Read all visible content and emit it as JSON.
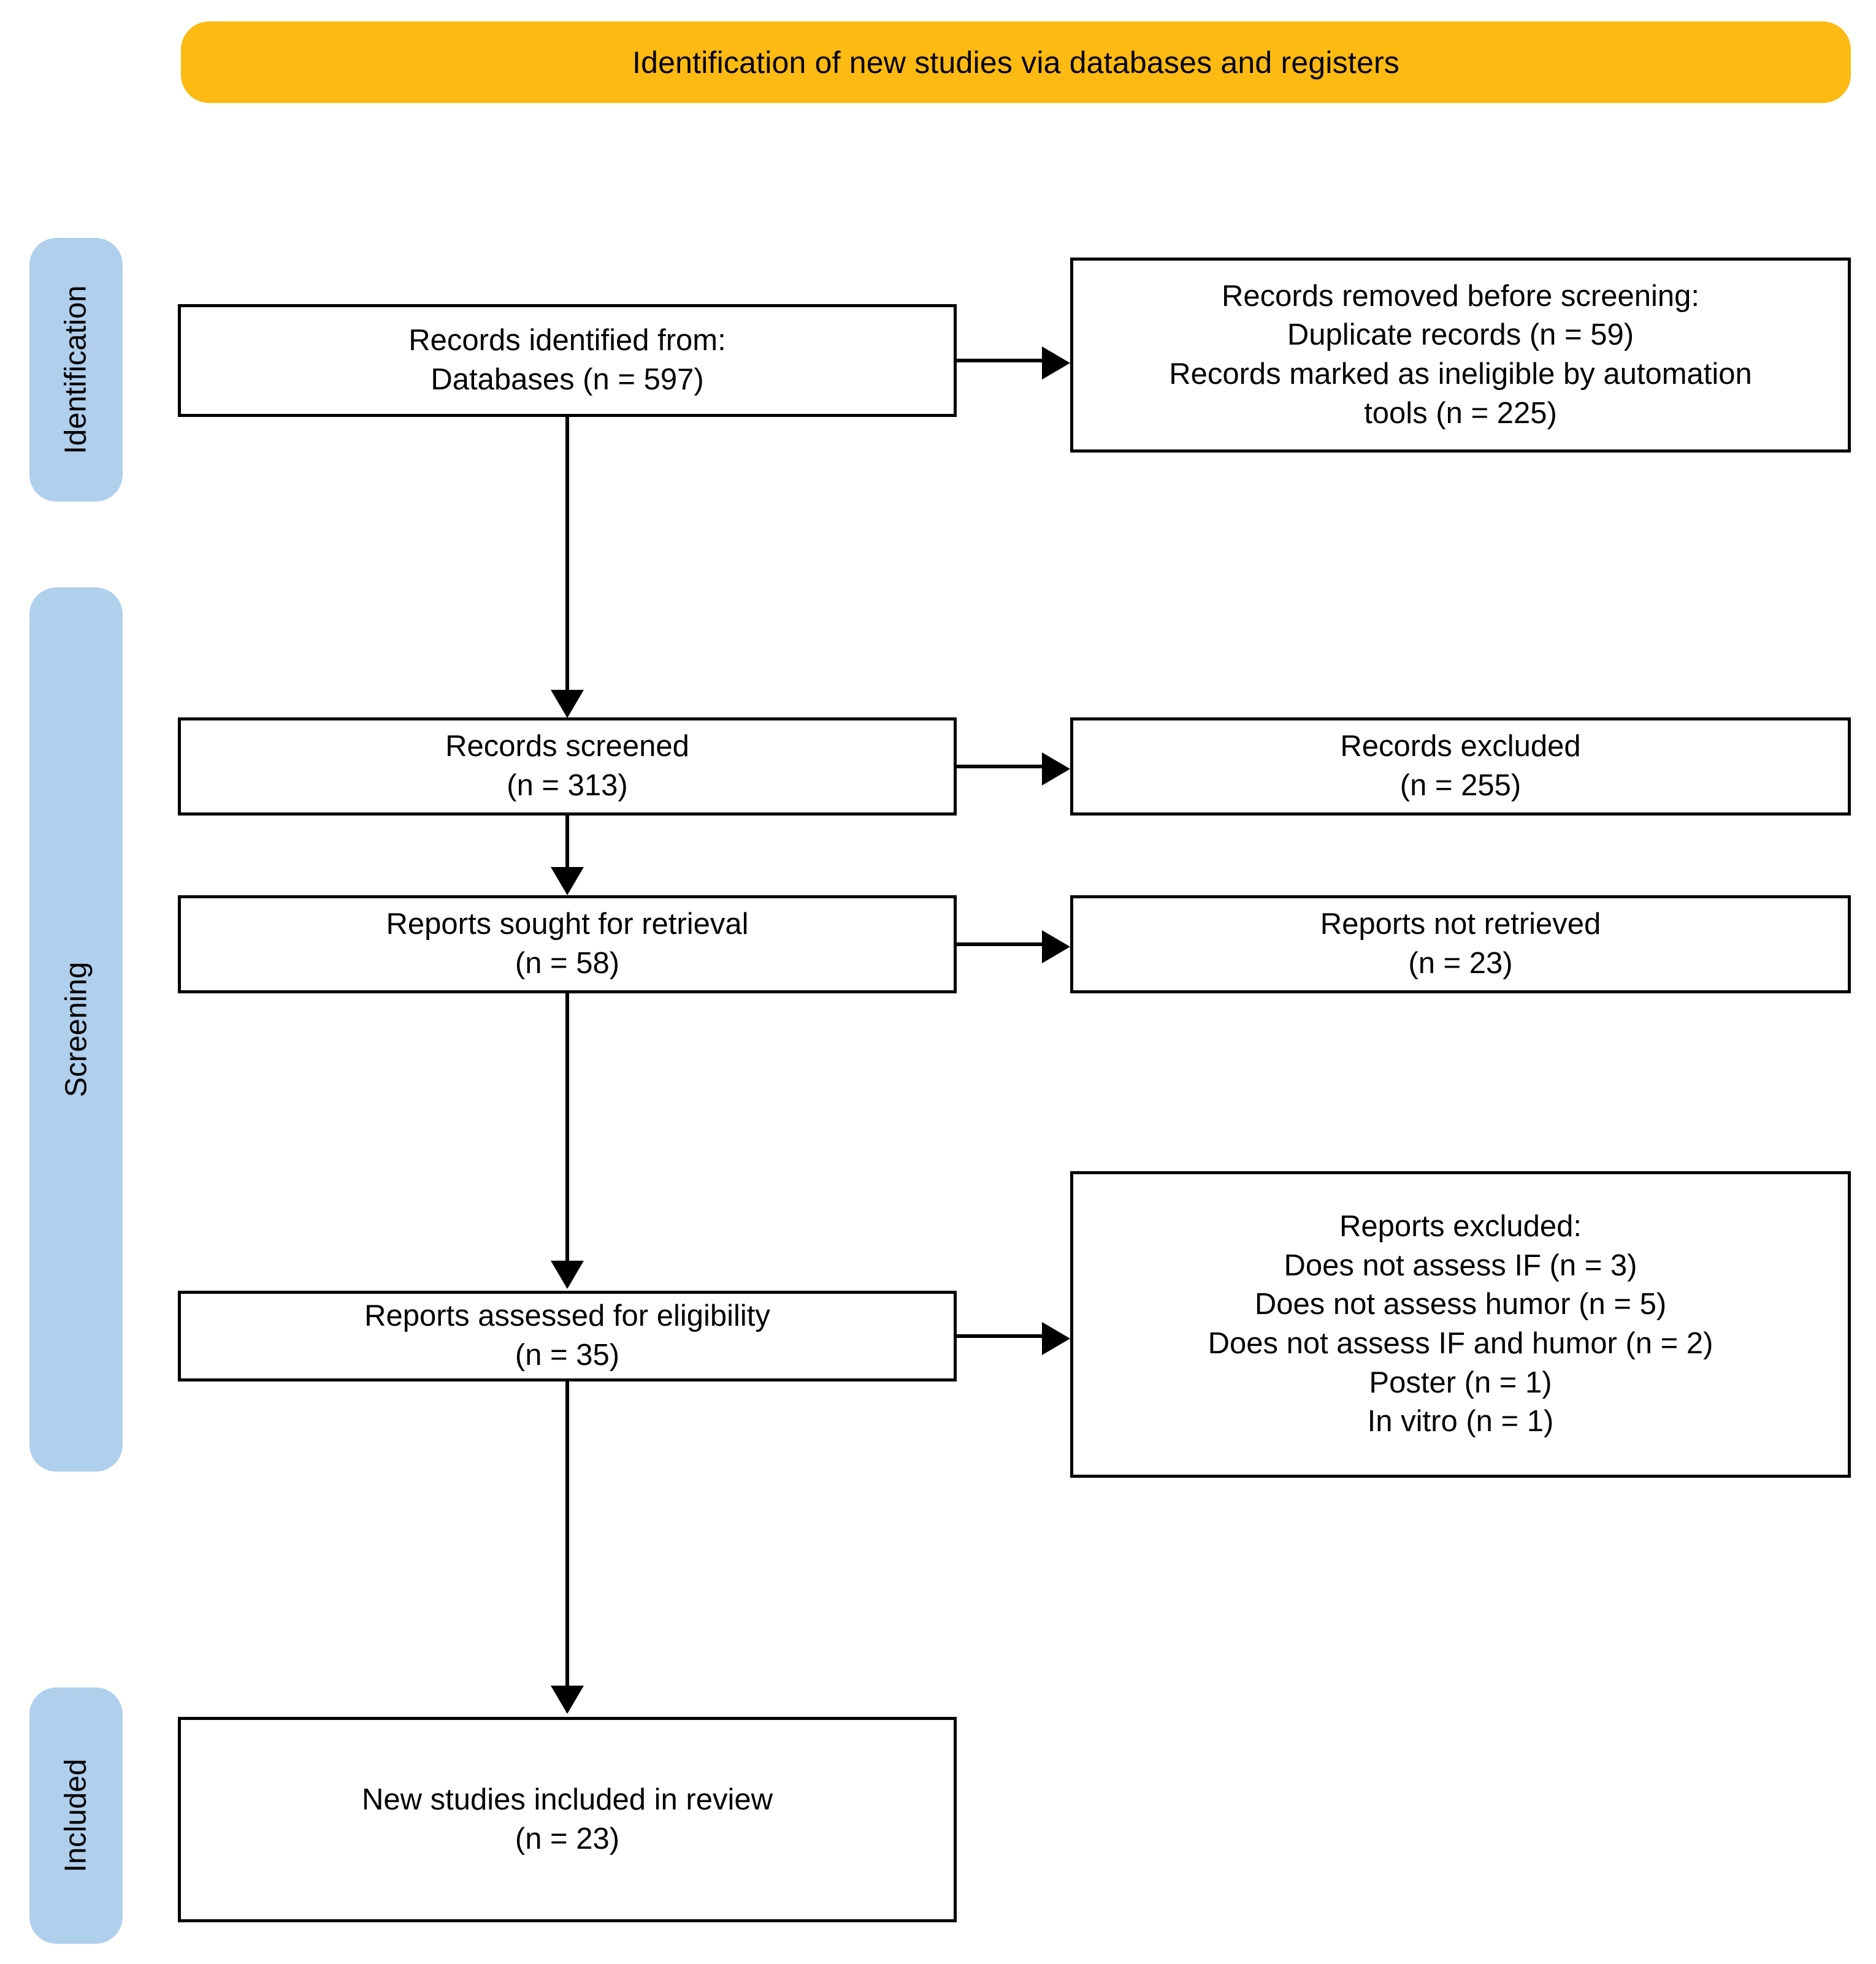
{
  "header": {
    "title": "Identification of new studies via databases and registers",
    "background_color": "#FCBA12"
  },
  "stages": {
    "pill_color": "#AFCFED",
    "items": [
      {
        "label": "Identification"
      },
      {
        "label": "Screening"
      },
      {
        "label": "Included"
      }
    ]
  },
  "boxes": {
    "records_identified": {
      "lines": [
        "Records identified from:",
        "Databases (n = 597)"
      ]
    },
    "records_removed": {
      "lines": [
        "Records removed before screening:",
        "Duplicate records (n = 59)",
        "Records marked as ineligible by automation",
        "tools (n = 225)"
      ]
    },
    "records_screened": {
      "lines": [
        "Records screened",
        "(n = 313)"
      ]
    },
    "records_excluded": {
      "lines": [
        "Records excluded",
        "(n = 255)"
      ]
    },
    "reports_sought": {
      "lines": [
        "Reports sought for retrieval",
        "(n = 58)"
      ]
    },
    "reports_not_retrieved": {
      "lines": [
        "Reports not retrieved",
        "(n = 23)"
      ]
    },
    "reports_assessed": {
      "lines": [
        "Reports assessed for eligibility",
        "(n = 35)"
      ]
    },
    "reports_excluded": {
      "lines": [
        "Reports excluded:",
        "Does not assess IF (n = 3)",
        "Does not assess humor (n = 5)",
        "Does not assess IF and humor (n = 2)",
        "Poster (n = 1)",
        "In vitro (n = 1)"
      ]
    },
    "new_studies_included": {
      "lines": [
        "New studies included in review",
        "(n = 23)"
      ]
    }
  },
  "chart_data": {
    "type": "diagram",
    "title": "Identification of new studies via databases and registers",
    "diagram_kind": "PRISMA 2020 flow diagram",
    "stages": [
      "Identification",
      "Screening",
      "Included"
    ],
    "nodes": [
      {
        "id": "records_identified",
        "stage": "Identification",
        "column": "left",
        "label": "Records identified from: Databases",
        "n": 597
      },
      {
        "id": "records_removed",
        "stage": "Identification",
        "column": "right",
        "label": "Records removed before screening",
        "breakdown": [
          {
            "label": "Duplicate records",
            "n": 59
          },
          {
            "label": "Records marked as ineligible by automation tools",
            "n": 225
          }
        ]
      },
      {
        "id": "records_screened",
        "stage": "Screening",
        "column": "left",
        "label": "Records screened",
        "n": 313
      },
      {
        "id": "records_excluded",
        "stage": "Screening",
        "column": "right",
        "label": "Records excluded",
        "n": 255
      },
      {
        "id": "reports_sought",
        "stage": "Screening",
        "column": "left",
        "label": "Reports sought for retrieval",
        "n": 58
      },
      {
        "id": "reports_not_retrieved",
        "stage": "Screening",
        "column": "right",
        "label": "Reports not retrieved",
        "n": 23
      },
      {
        "id": "reports_assessed",
        "stage": "Screening",
        "column": "left",
        "label": "Reports assessed for eligibility",
        "n": 35
      },
      {
        "id": "reports_excluded",
        "stage": "Screening",
        "column": "right",
        "label": "Reports excluded",
        "breakdown": [
          {
            "label": "Does not assess IF",
            "n": 3
          },
          {
            "label": "Does not assess humor",
            "n": 5
          },
          {
            "label": "Does not assess IF and humor",
            "n": 2
          },
          {
            "label": "Poster",
            "n": 1
          },
          {
            "label": "In vitro",
            "n": 1
          }
        ]
      },
      {
        "id": "new_studies_included",
        "stage": "Included",
        "column": "left",
        "label": "New studies included in review",
        "n": 23
      }
    ],
    "edges": [
      {
        "from": "records_identified",
        "to": "records_removed",
        "direction": "right"
      },
      {
        "from": "records_identified",
        "to": "records_screened",
        "direction": "down"
      },
      {
        "from": "records_screened",
        "to": "records_excluded",
        "direction": "right"
      },
      {
        "from": "records_screened",
        "to": "reports_sought",
        "direction": "down"
      },
      {
        "from": "reports_sought",
        "to": "reports_not_retrieved",
        "direction": "right"
      },
      {
        "from": "reports_sought",
        "to": "reports_assessed",
        "direction": "down"
      },
      {
        "from": "reports_assessed",
        "to": "reports_excluded",
        "direction": "right"
      },
      {
        "from": "reports_assessed",
        "to": "new_studies_included",
        "direction": "down"
      }
    ]
  }
}
